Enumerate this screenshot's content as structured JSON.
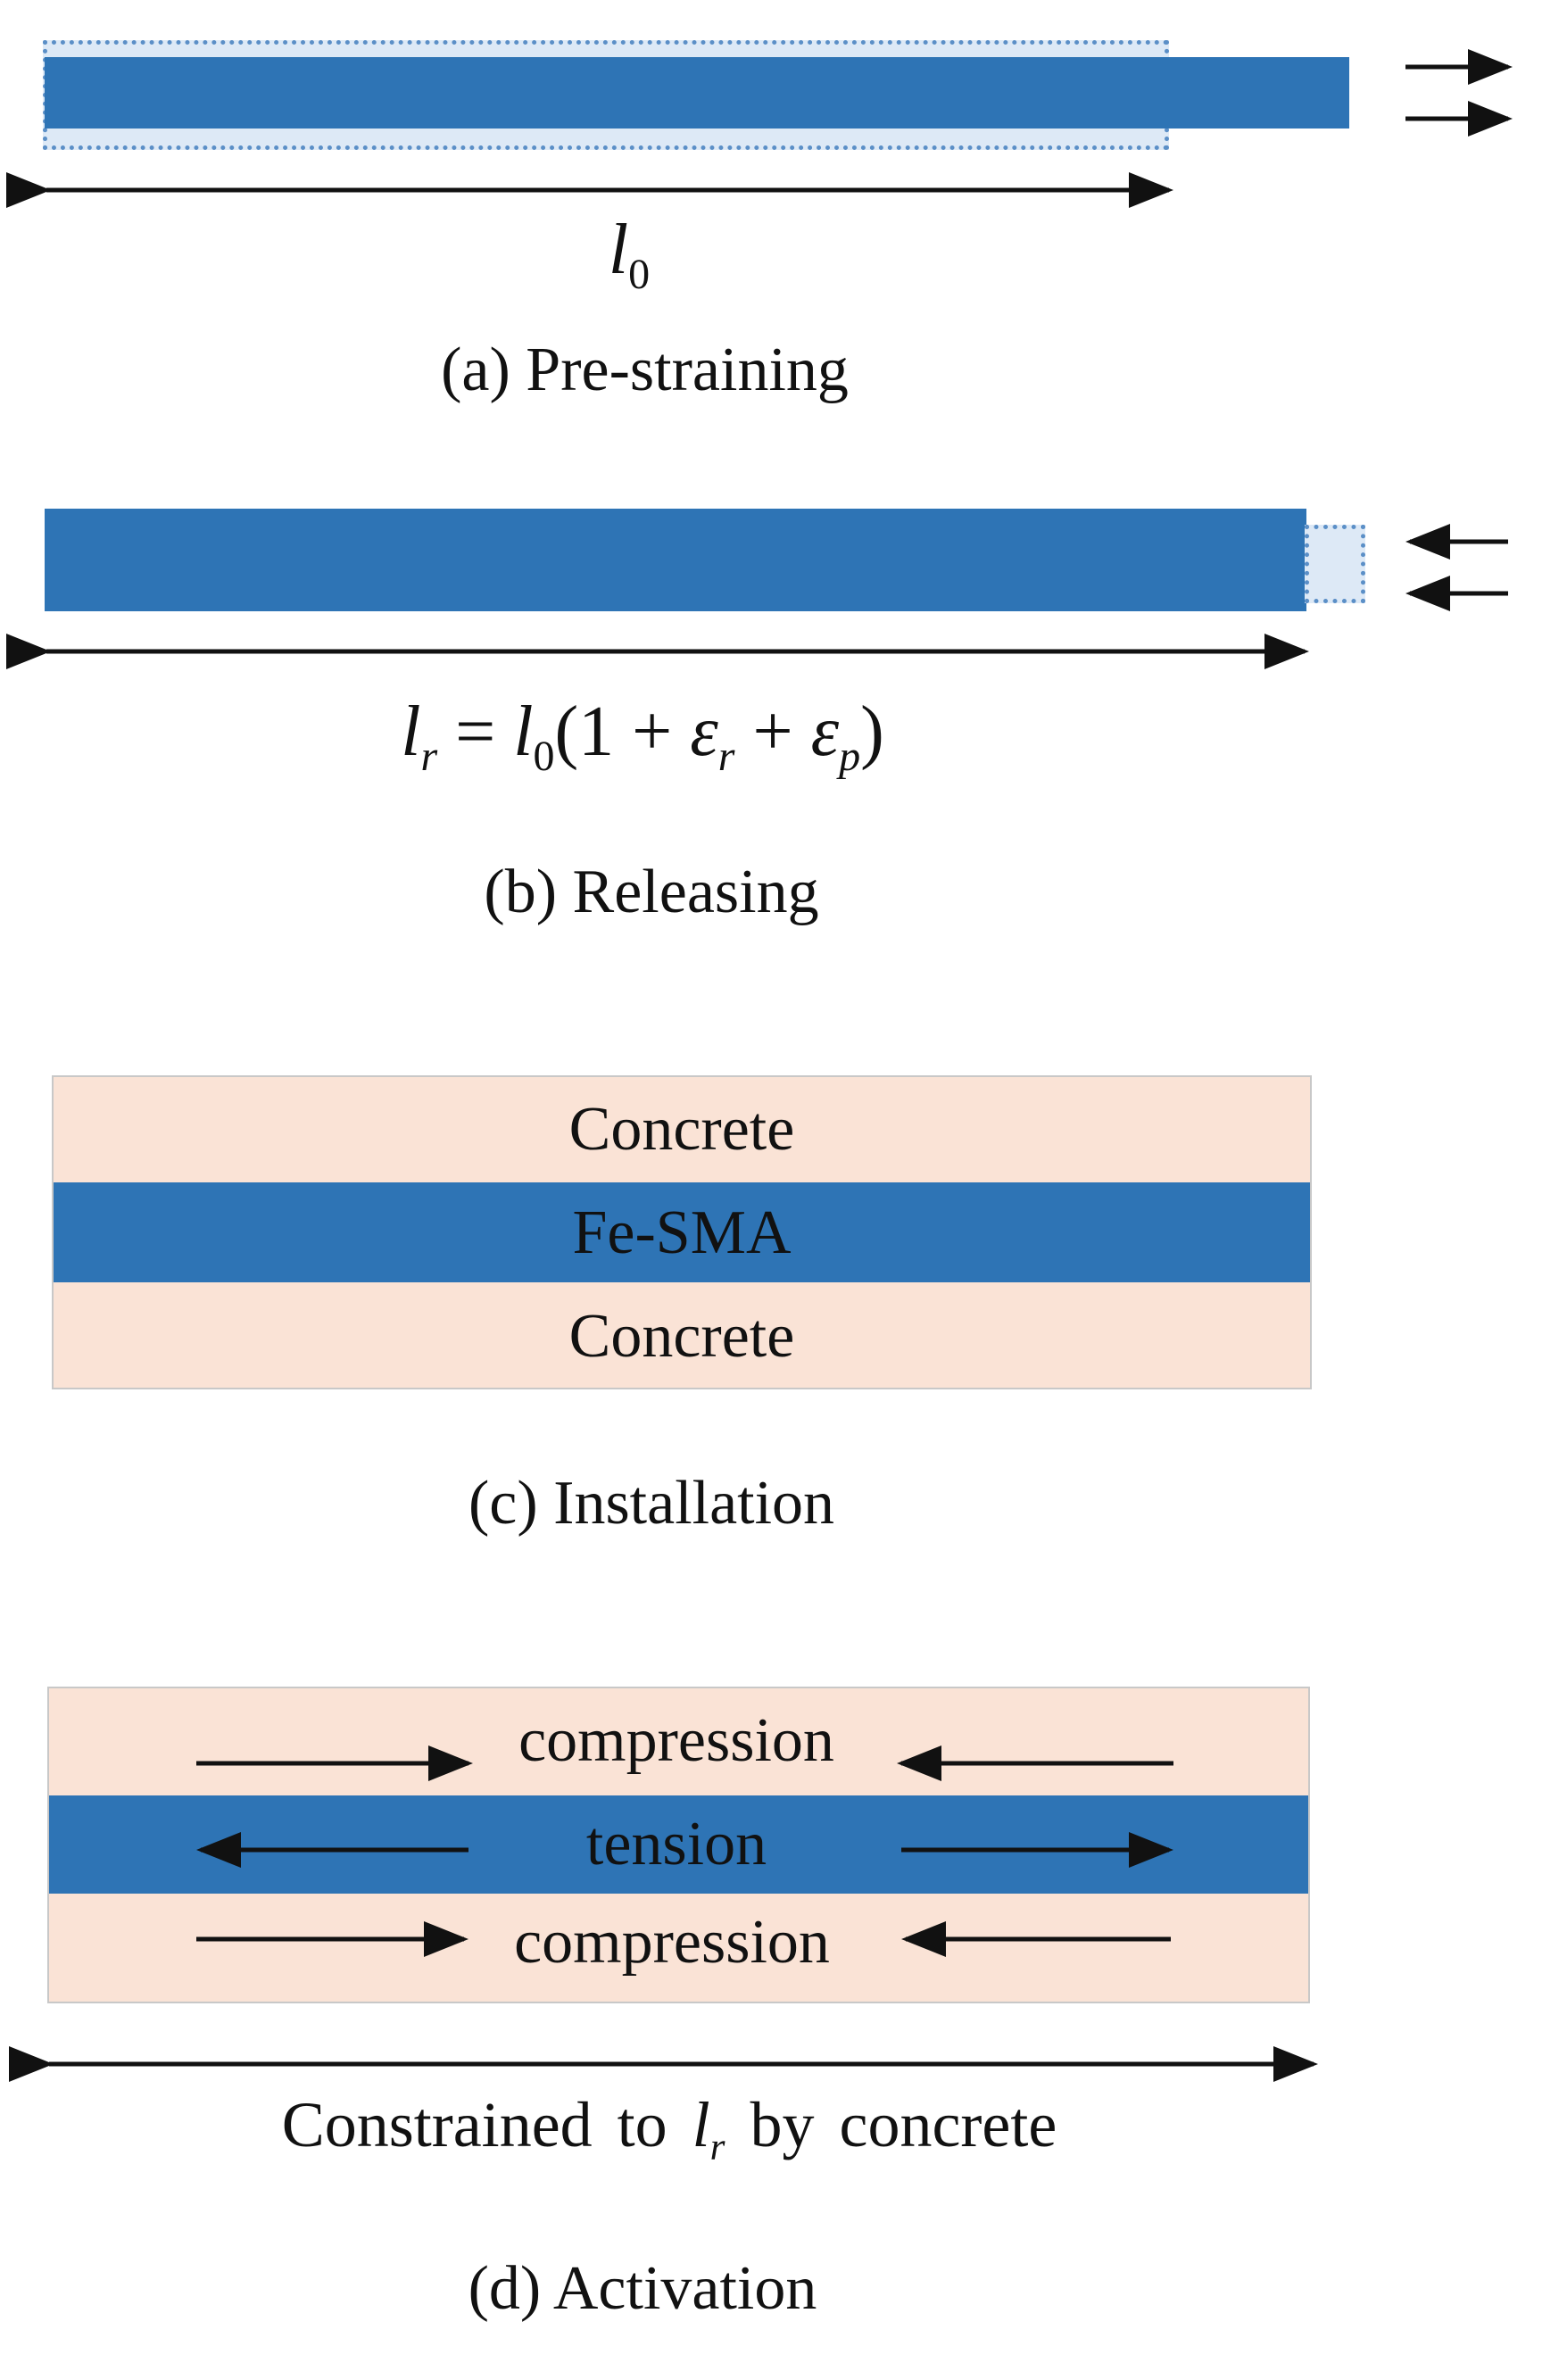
{
  "panel_a": {
    "length_symbol": "l",
    "length_subscript": "0",
    "caption": "(a) Pre-straining"
  },
  "panel_b": {
    "formula": {
      "lhs": "l",
      "lhs_sub": "r",
      "eq": " = ",
      "l": "l",
      "l_sub": "0",
      "open": "(1 + ",
      "eps1": "ε",
      "eps1_sub": "r",
      "plus": " + ",
      "eps2": "ε",
      "eps2_sub": "p",
      "close": ")"
    },
    "caption": "(b) Releasing"
  },
  "panel_c": {
    "layers": [
      "Concrete",
      "Fe-SMA",
      "Concrete"
    ],
    "caption": "(c) Installation"
  },
  "panel_d": {
    "layers": [
      "compression",
      "tension",
      "compression"
    ],
    "constraint_text": "Constrained to",
    "constraint_symbol": "l",
    "constraint_subscript": "r",
    "constraint_suffix": "by concrete",
    "caption": "(d) Activation"
  },
  "colors": {
    "fe_sma": "#2e74b5",
    "concrete": "#fae3d6",
    "ghost_fill": "#dde9f6",
    "ghost_border": "#5b8fc7",
    "arrow": "#111111"
  }
}
